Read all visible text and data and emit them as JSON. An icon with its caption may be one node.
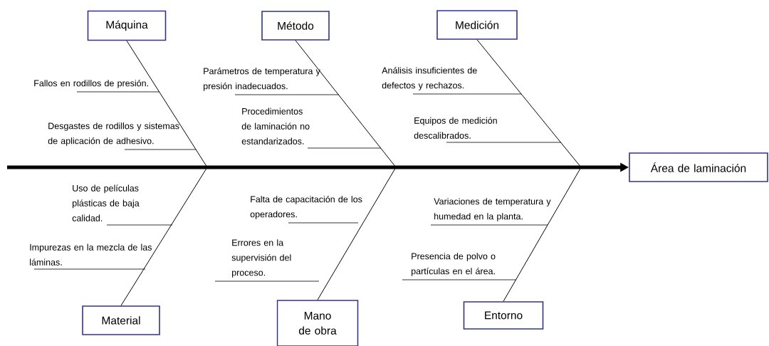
{
  "diagram": {
    "nodes": [
      {
        "text": [
          "Máquina"
        ]
      },
      {
        "text": [
          "Método"
        ]
      },
      {
        "text": [
          "Medición"
        ]
      },
      {
        "text": [
          "Área de laminación"
        ]
      },
      {
        "text": [
          "Material"
        ]
      },
      {
        "text": [
          "Mano de obra"
        ]
      },
      {
        "text": [
          "Entorno"
        ]
      }
    ],
    "edges": [
      {
        "from": 0,
        "to": null,
        "arrow": "none"
      },
      {
        "from": 1,
        "to": null,
        "arrow": "none"
      },
      {
        "from": 2,
        "to": null,
        "arrow": "none"
      },
      {
        "from": null,
        "to": 3,
        "arrow": "to",
        "style": "thick"
      },
      {
        "from": 4,
        "to": null,
        "arrow": "none"
      },
      {
        "from": 5,
        "to": null,
        "arrow": "none"
      },
      {
        "from": 6,
        "to": null,
        "arrow": "none"
      }
    ],
    "labels": [
      "Fallos en rodillos de presión.",
      "Desgastes de rodillos y sistemas de aplicación de adhesivo.",
      "Parámetros de temperatura y presión inadecuados.",
      "Procedimientos de laminación no estandarizados.",
      "Análisis insuficientes de defectos y rechazos.",
      "Equipos de medición descalibrados.",
      "Uso de películas plásticas de baja calidad.",
      "Impurezas en la mezcla de las láminas.",
      "Falta de capacitación de los operadores.",
      "Errores en la supervisión del proceso.",
      "Variaciones de temperatura y humedad en la planta.",
      "Presencia de polvo o partículas en el área."
    ]
  }
}
